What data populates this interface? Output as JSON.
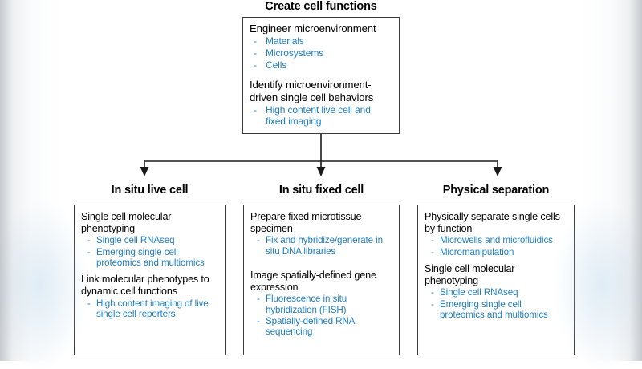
{
  "diagram": {
    "title": "Create cell functions",
    "top_box": {
      "sections": [
        {
          "heading": "Engineer microenvironment",
          "bullets": [
            "Materials",
            "Microsystems",
            "Cells"
          ]
        },
        {
          "heading": "Identify microenvironment-driven single cell behaviors",
          "bullets": [
            "High content live cell and fixed imaging"
          ]
        }
      ]
    },
    "columns": [
      {
        "header": "In situ live cell",
        "sections": [
          {
            "heading": "Single cell molecular phenotyping",
            "bullets": [
              "Single cell RNAseq",
              "Emerging single cell proteomics and multiomics"
            ]
          },
          {
            "heading": "Link molecular phenotypes to dynamic cell functions",
            "bullets": [
              "High content imaging of live single cell reporters"
            ]
          }
        ]
      },
      {
        "header": "In situ fixed cell",
        "sections": [
          {
            "heading": "Prepare fixed microtissue specimen",
            "bullets": [
              "Fix and hybridize/generate in situ DNA libraries"
            ]
          },
          {
            "heading": "Image spatially-defined gene expression",
            "bullets": [
              "Fluorescence in situ hybridization (FISH)",
              "Spatially-defined RNA sequencing"
            ]
          }
        ]
      },
      {
        "header": "Physical separation",
        "sections": [
          {
            "heading": "Physically separate single cells by function",
            "bullets": [
              "Microwells and microfluidics",
              "Micromanipulation"
            ]
          },
          {
            "heading": "Single cell molecular phenotyping",
            "bullets": [
              "Single cell RNAseq",
              "Emerging single cell proteomics and multiomics"
            ]
          }
        ]
      }
    ],
    "bullet_marker": "-",
    "colors": {
      "bullet_text": "#1f7ec4",
      "heading_text": "#000000",
      "box_border": "#3c3c3c",
      "connector": "#1a1a1a",
      "background": "#ffffff"
    }
  }
}
